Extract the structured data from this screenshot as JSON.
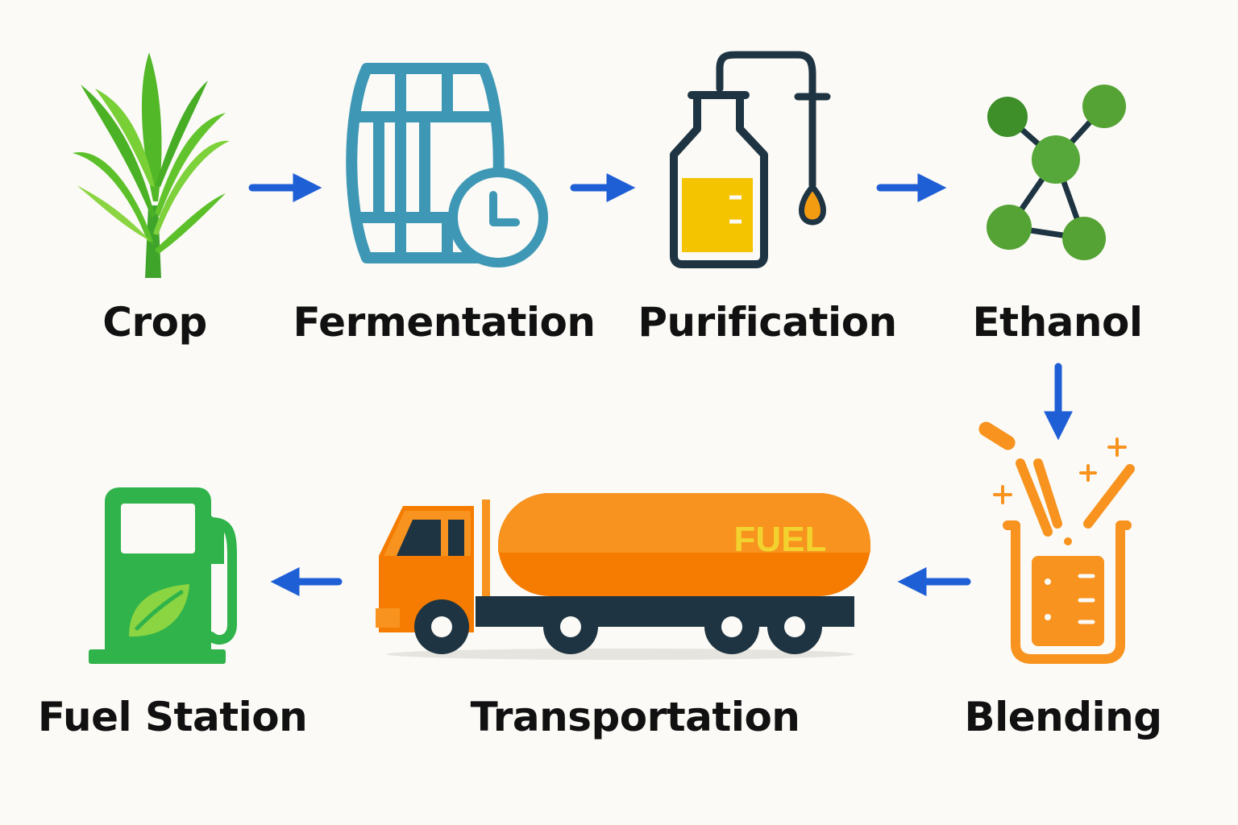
{
  "steps": [
    {
      "label": "Crop",
      "icon": "sugarcane-icon"
    },
    {
      "label": "Fermentation",
      "icon": "barrel-clock-icon"
    },
    {
      "label": "Purification",
      "icon": "distillation-flask-icon"
    },
    {
      "label": "Ethanol",
      "icon": "molecule-icon"
    },
    {
      "label": "Blending",
      "icon": "beaker-mixing-icon"
    },
    {
      "label": "Transportation",
      "icon": "tanker-truck-icon"
    },
    {
      "label": "Fuel Station",
      "icon": "fuel-pump-leaf-icon"
    }
  ],
  "truck": {
    "tank_text": "FUEL"
  },
  "colors": {
    "arrow": "#1f5fd6",
    "crop_green": "#5cc02a",
    "barrel_blue": "#3e98b5",
    "outline_dark": "#1e3442",
    "liquid_yellow": "#f5c400",
    "molecule_green": "#55a335",
    "orange": "#f7931e",
    "pump_green": "#2fb34a"
  }
}
